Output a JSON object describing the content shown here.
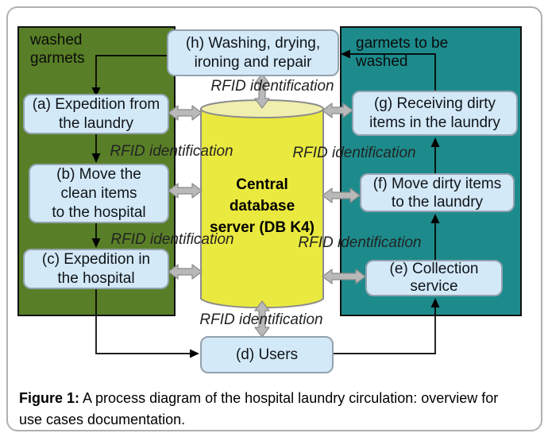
{
  "rfid_label": "RFID identification",
  "cylinder": {
    "lines": [
      "Central",
      "database",
      "server (DB K4)"
    ]
  },
  "boxes": {
    "a": {
      "lines": [
        "(a) Expedition from",
        "the laundry"
      ]
    },
    "b": {
      "lines": [
        "(b) Move the",
        "clean items",
        "to the hospital"
      ]
    },
    "c": {
      "lines": [
        "(c) Expedition in",
        "the hospital"
      ]
    },
    "d": {
      "lines": [
        "(d) Users"
      ]
    },
    "e": {
      "lines": [
        "(e) Collection",
        "service"
      ]
    },
    "f": {
      "lines": [
        "(f) Move dirty items",
        "to the laundry"
      ]
    },
    "g": {
      "lines": [
        "(g) Receiving dirty",
        "items in the laundry"
      ]
    },
    "h": {
      "lines": [
        "(h) Washing, drying,",
        "ironing and repair"
      ]
    }
  },
  "labels": {
    "washed_garmets": {
      "lines": [
        "washed",
        "garmets"
      ]
    },
    "garmets_to_be_washed": {
      "lines": [
        "garmets to be",
        "washed"
      ]
    }
  },
  "caption": {
    "prefix": "Figure 1:",
    "line1": "A process diagram of the hospital laundry circulation: overview for",
    "line2": "use cases documentation."
  },
  "colors": {
    "green_panel": "#587f27",
    "teal_panel": "#1d8b8c",
    "process_box_fill": "#d3e9f8",
    "cylinder_fill": "#eae93f",
    "cylinder_top_fill": "#f0efae",
    "sync_arrow_gray": "#b9b9b9"
  }
}
